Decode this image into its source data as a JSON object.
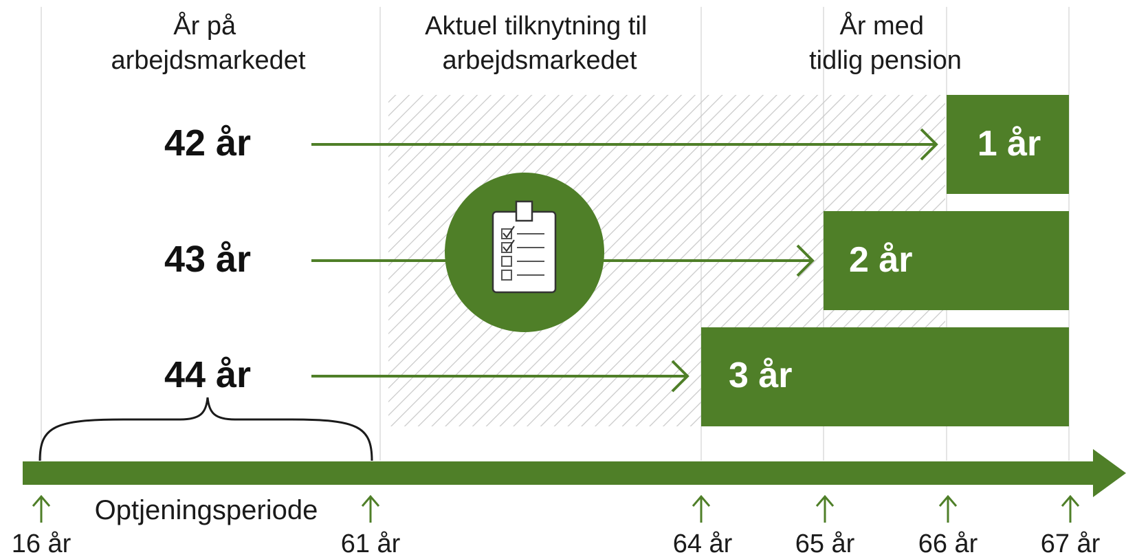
{
  "colors": {
    "accent": "#4f7f28",
    "hatch": "#c9c9c9",
    "divider": "#e4e4e4"
  },
  "headers": {
    "col1": [
      "År på",
      "arbejdsmarkedet"
    ],
    "col2": [
      "Aktuel tilknytning til",
      "arbejdsmarkedet"
    ],
    "col3": [
      "År med",
      "tidlig pension"
    ]
  },
  "rows": [
    {
      "label": "42 år",
      "bar_label": "1 år",
      "pension_start_age": 66
    },
    {
      "label": "43 år",
      "bar_label": "2 år",
      "pension_start_age": 65
    },
    {
      "label": "44 år",
      "bar_label": "3 år",
      "pension_start_age": 64
    }
  ],
  "axis": {
    "ticks": [
      {
        "age": 16,
        "label": "16 år"
      },
      {
        "age": 61,
        "label": "61 år"
      },
      {
        "age": 64,
        "label": "64 år"
      },
      {
        "age": 65,
        "label": "65 år"
      },
      {
        "age": 66,
        "label": "66 år"
      },
      {
        "age": 67,
        "label": "67 år"
      }
    ],
    "period_label": "Optjeningsperiode"
  },
  "icons": {
    "center": "clipboard-checklist-icon"
  }
}
